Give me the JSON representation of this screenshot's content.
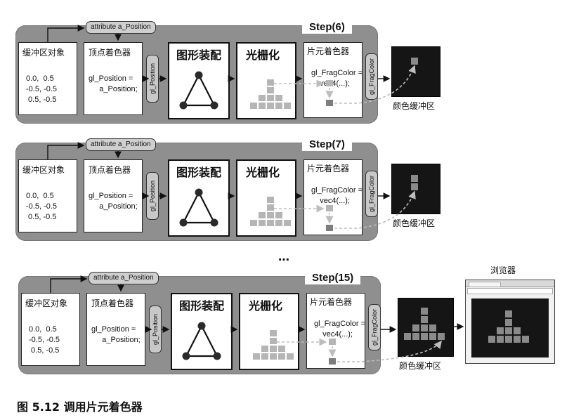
{
  "figure": {
    "caption": "图 5.12 调用片元着色器",
    "ellipsis": "…",
    "browser_label": "浏览器"
  },
  "rows": [
    {
      "step": "Step(6)",
      "attribute": "attribute a_Position",
      "buffer": {
        "title": "缓冲区对象",
        "values": "0.0,  0.5\n-0.5, -0.5\n 0.5, -0.5"
      },
      "vertex_shader": {
        "title": "顶点着色器",
        "code": "gl_Position =\n     a_Position;"
      },
      "vertical_label_1": "gl_Position",
      "assembly": {
        "title": "图形装配"
      },
      "raster": {
        "title": "光栅化"
      },
      "fragment_shader": {
        "title": "片元着色器",
        "code": "gl_FragColor =\n    vec4(...);"
      },
      "vertical_label_2": "gl_FragColor",
      "framebuffer_label": "颜色缓冲区",
      "fb_pixels": 1
    },
    {
      "step": "Step(7)",
      "attribute": "attribute a_Position",
      "buffer": {
        "title": "缓冲区对象",
        "values": "0.0,  0.5\n-0.5, -0.5\n 0.5, -0.5"
      },
      "vertex_shader": {
        "title": "顶点着色器",
        "code": "gl_Position =\n     a_Position;"
      },
      "vertical_label_1": "gl_Position",
      "assembly": {
        "title": "图形装配"
      },
      "raster": {
        "title": "光栅化"
      },
      "fragment_shader": {
        "title": "片元着色器",
        "code": "gl_FragColor =\n    vec4(...);"
      },
      "vertical_label_2": "gl_FragColor",
      "framebuffer_label": "颜色缓冲区",
      "fb_pixels": 2
    },
    {
      "step": "Step(15)",
      "attribute": "attribute a_Position",
      "buffer": {
        "title": "缓冲区对象",
        "values": "0.0,  0.5\n-0.5, -0.5\n 0.5, -0.5"
      },
      "vertex_shader": {
        "title": "顶点着色器",
        "code": "gl_Position =\n     a_Position;"
      },
      "vertical_label_1": "gl_Position",
      "assembly": {
        "title": "图形装配"
      },
      "raster": {
        "title": "光栅化"
      },
      "fragment_shader": {
        "title": "片元着色器",
        "code": "gl_FragColor =\n    vec4(...);"
      },
      "vertical_label_2": "gl_FragColor",
      "framebuffer_label": "颜色缓冲区",
      "fb_pixels": 10
    }
  ],
  "colors": {
    "panel": "#8f8f8f",
    "framebuffer": "#151515",
    "pixel": "#8a8a8a",
    "raster_cell": "#b5b5b5"
  }
}
